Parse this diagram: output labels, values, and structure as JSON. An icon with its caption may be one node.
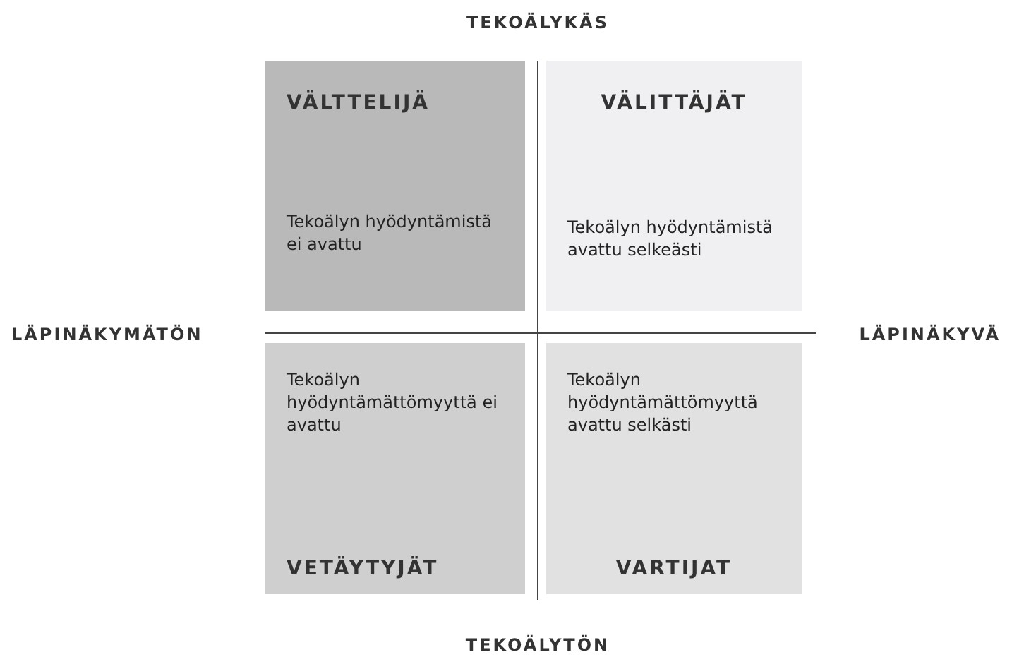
{
  "diagram": {
    "nodes": [
      {
        "text": [
          "VÄLTTELIJÄ",
          "Tekoälyn hyödyntämistä ei avattu"
        ]
      },
      {
        "text": [
          "VÄLITTÄJÄT",
          "Tekoälyn hyödyntämistä avattu selkeästi"
        ]
      },
      {
        "text": [
          "Tekoälyn hyödyntämättömyyttä ei avattu",
          "VETÄYTYJÄT"
        ]
      },
      {
        "text": [
          "Tekoälyn hyödyntämättömyyttä avattu selkästi",
          "VARTIJAT"
        ]
      }
    ],
    "labels": [
      "TEKOÄLYKÄS",
      "LÄPINÄKYMÄTÖN",
      "LÄPINÄKYVÄ",
      "TEKOÄLYTÖN"
    ]
  }
}
